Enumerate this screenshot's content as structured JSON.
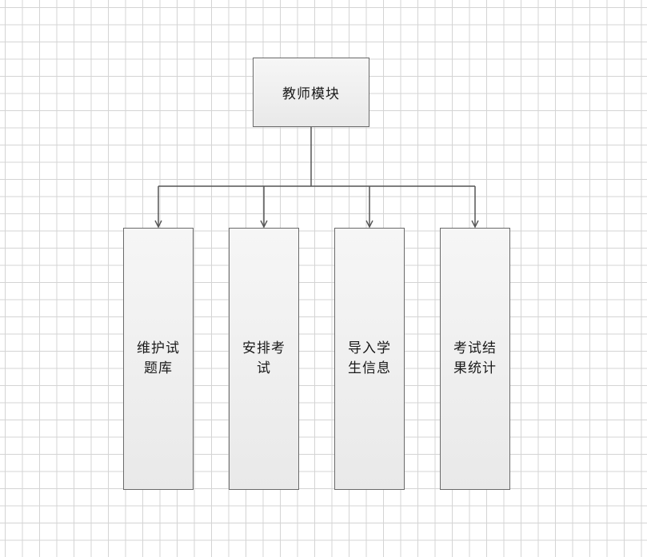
{
  "diagram": {
    "root": {
      "label": "教师模块"
    },
    "children": [
      {
        "label": "维护试题库"
      },
      {
        "label": "安排考试"
      },
      {
        "label": "导入学生信息"
      },
      {
        "label": "考试结果统计"
      }
    ],
    "colors": {
      "grid": "#d4d4d4",
      "border": "#6a6a6a",
      "fill_top": "#f6f6f6",
      "fill_bottom": "#e9e9e9",
      "connector": "#555555"
    }
  }
}
